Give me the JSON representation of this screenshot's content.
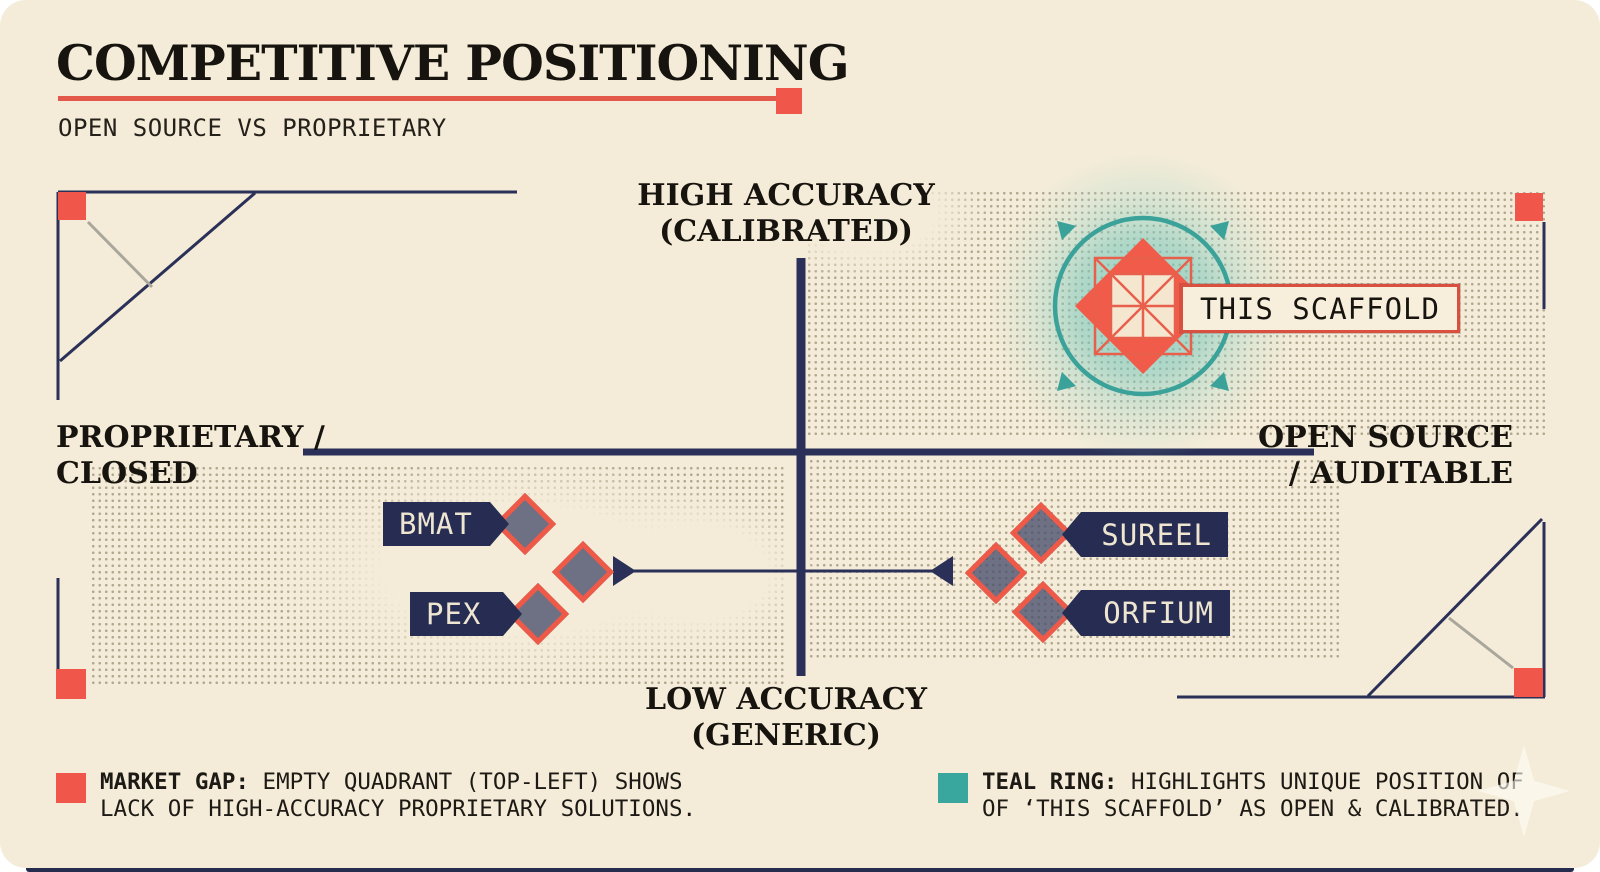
{
  "header": {
    "title": "COMPETITIVE POSITIONING",
    "subtitle": "OPEN SOURCE VS PROPRIETARY"
  },
  "axes": {
    "top": [
      "HIGH ACCURACY",
      "(CALIBRATED)"
    ],
    "bottom": [
      "LOW ACCURACY",
      "(GENERIC)"
    ],
    "left": [
      "PROPRIETARY /",
      "CLOSED"
    ],
    "right": [
      "OPEN SOURCE",
      "/ AUDITABLE"
    ]
  },
  "markers": {
    "scaffold_label": "THIS SCAFFOLD",
    "left_cluster_tags": [
      "BMAT",
      "PEX"
    ],
    "right_cluster_tags": [
      "SUREEL",
      "ORFIUM"
    ]
  },
  "legend": {
    "market_gap": {
      "swatch_color": "#f1564a",
      "lead": "MARKET GAP:",
      "line1_rest": " EMPTY QUADRANT (TOP-LEFT) SHOWS",
      "line2": "LACK OF HIGH-ACCURACY PROPRIETARY SOLUTIONS."
    },
    "teal_ring": {
      "swatch_color": "#3aa79e",
      "lead": "TEAL RING:",
      "line1_rest": " HIGHLIGHTS UNIQUE POSITION OF",
      "line2": "OF ‘THIS SCAFFOLD’ AS OPEN & CALIBRATED."
    }
  },
  "colors": {
    "background_cream": "#f4ecd8",
    "navy": "#2a3057",
    "accent_red": "#f1564a",
    "accent_teal": "#3aa79e",
    "diamond_fill": "#464e6a",
    "text": "#17140f"
  }
}
